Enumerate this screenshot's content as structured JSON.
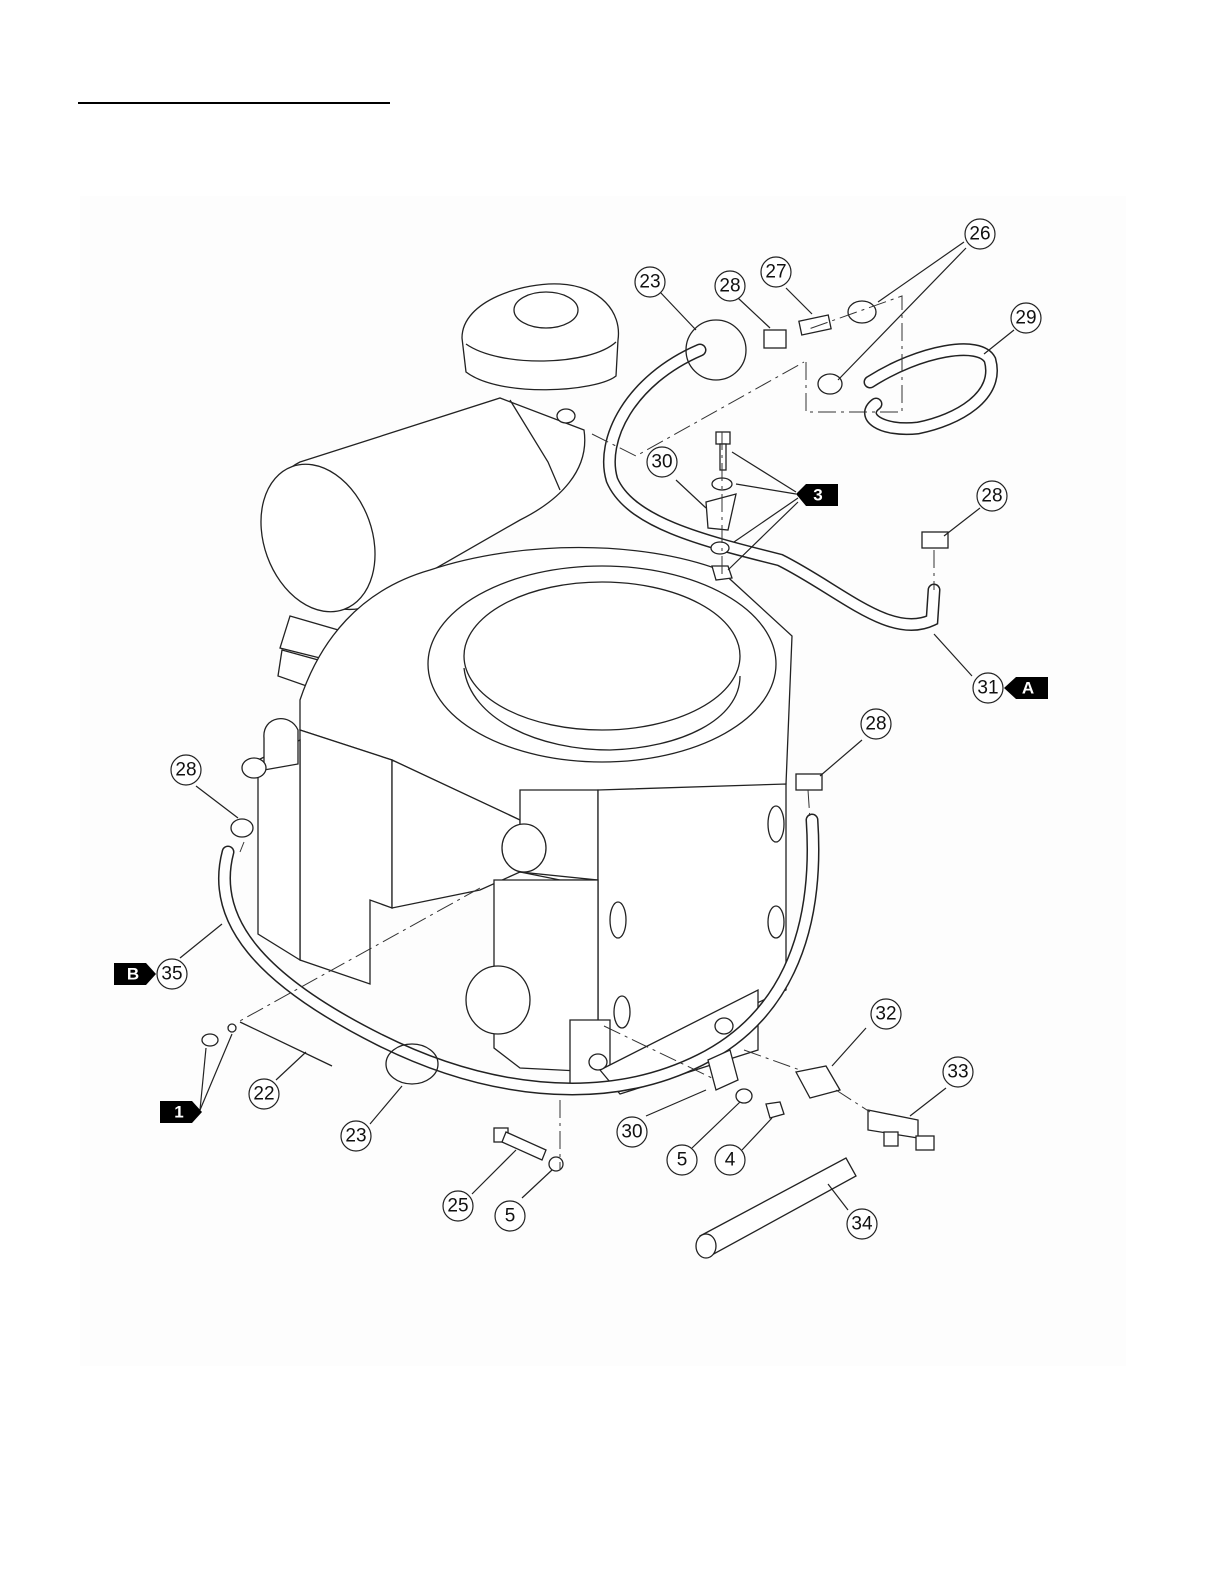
{
  "callouts": [
    {
      "id": "c26",
      "label": "26"
    },
    {
      "id": "c23a",
      "label": "23"
    },
    {
      "id": "c28a",
      "label": "28"
    },
    {
      "id": "c27",
      "label": "27"
    },
    {
      "id": "c29",
      "label": "29"
    },
    {
      "id": "c30a",
      "label": "30"
    },
    {
      "id": "c28b",
      "label": "28"
    },
    {
      "id": "c31",
      "label": "31"
    },
    {
      "id": "c28c",
      "label": "28"
    },
    {
      "id": "c28d",
      "label": "28"
    },
    {
      "id": "c35",
      "label": "35"
    },
    {
      "id": "c32",
      "label": "32"
    },
    {
      "id": "c33",
      "label": "33"
    },
    {
      "id": "c22",
      "label": "22"
    },
    {
      "id": "c23b",
      "label": "23"
    },
    {
      "id": "c30b",
      "label": "30"
    },
    {
      "id": "c5a",
      "label": "5"
    },
    {
      "id": "c4",
      "label": "4"
    },
    {
      "id": "c25",
      "label": "25"
    },
    {
      "id": "c5b",
      "label": "5"
    },
    {
      "id": "c34",
      "label": "34"
    }
  ],
  "tags": [
    {
      "id": "t3",
      "label": "3"
    },
    {
      "id": "tA",
      "label": "A"
    },
    {
      "id": "tB",
      "label": "B"
    },
    {
      "id": "t1",
      "label": "1"
    }
  ]
}
